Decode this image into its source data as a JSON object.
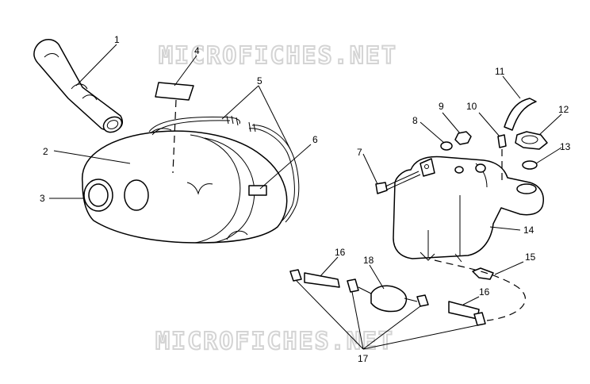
{
  "watermark": "MICROFICHES.NET",
  "callouts": {
    "c1": "1",
    "c2": "2",
    "c3": "3",
    "c4": "4",
    "c5": "5",
    "c6": "6",
    "c7": "7",
    "c8": "8",
    "c9": "9",
    "c10": "10",
    "c11": "11",
    "c12": "12",
    "c13": "13",
    "c14": "14",
    "c15": "15",
    "c16a": "16",
    "c16b": "16",
    "c17": "17",
    "c18": "18"
  }
}
